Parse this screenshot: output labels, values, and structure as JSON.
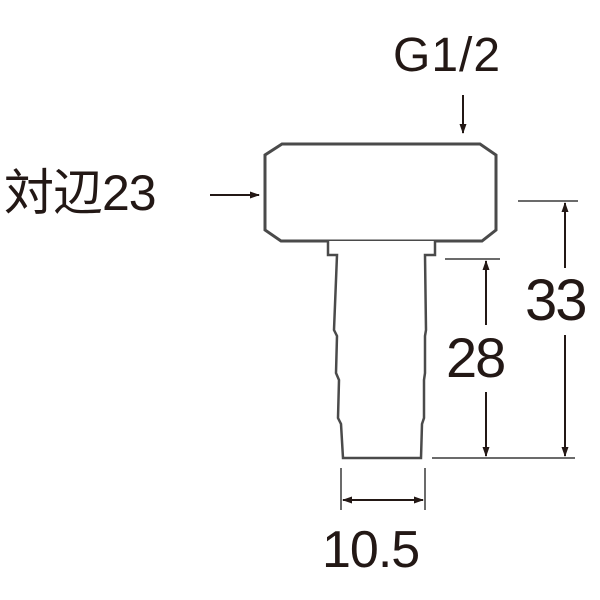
{
  "diagram": {
    "type": "technical-dimension-drawing",
    "subject": "hose fitting (hex nut with barbed nozzle)",
    "labels": {
      "thread": "G1/2",
      "across_flats": "対辺23",
      "total_height": "33",
      "nozzle_length": "28",
      "nozzle_diameter": "10.5"
    },
    "colors": {
      "line": "#231815",
      "part_edge": "#4a4a4a",
      "dimension_line": "#6b6b6b",
      "background": "#ffffff"
    }
  }
}
